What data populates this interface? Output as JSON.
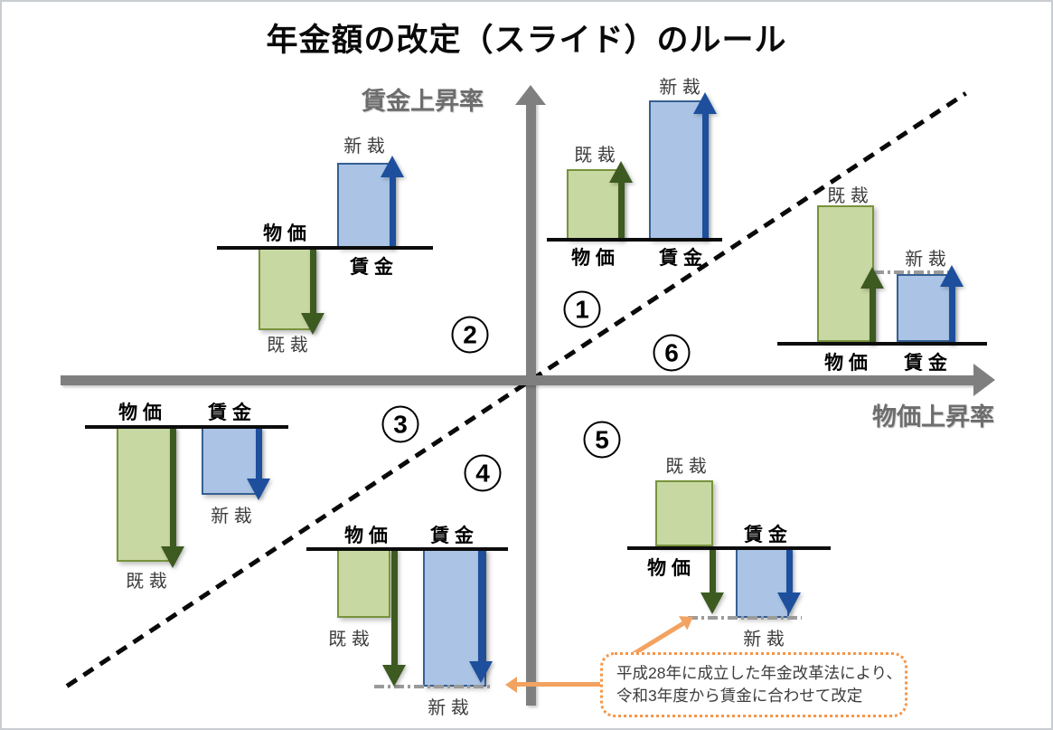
{
  "title": "年金額の改定（スライド）のルール",
  "axes": {
    "y_label": "賃金上昇率",
    "x_label": "物価上昇率"
  },
  "labels": {
    "kisai": "既 裁",
    "shinsai": "新 裁",
    "bukka": "物 価",
    "chingin": "賃 金"
  },
  "cases": [
    "1",
    "2",
    "3",
    "4",
    "5",
    "6"
  ],
  "annotation": {
    "line1": "平成28年に成立した年金改革法により、",
    "line2": "令和3年度から賃金に合わせて改定"
  },
  "colors": {
    "green_bar_fill": "#c8d8a2",
    "green_bar_border": "#77933c",
    "green_arrow": "#3d5a21",
    "blue_bar_fill": "#abc4e6",
    "blue_bar_border": "#366092",
    "blue_arrow": "#1d4f9d",
    "axis_gray": "#7f7f7f",
    "orange": "#f79646",
    "dashdot_gray": "#9b9b9b"
  },
  "chart_data": {
    "type": "diagram",
    "title": "年金額の改定（スライド）のルール",
    "x_axis_label": "物価上昇率",
    "y_axis_label": "賃金上昇率",
    "diagonal": "賃金上昇率 = 物価上昇率 (dashed line)",
    "cases": [
      {
        "num": "1",
        "price": "up",
        "wage": "up (wage > price)",
        "existing_revision": "up with price",
        "new_revision": "up with wage"
      },
      {
        "num": "2",
        "price": "down",
        "wage": "up",
        "existing_revision": "down with price",
        "new_revision": "up with wage"
      },
      {
        "num": "3",
        "price": "down (more than wage)",
        "wage": "down",
        "existing_revision": "down with price",
        "new_revision": "down with wage"
      },
      {
        "num": "4",
        "price": "down (less than wage)",
        "wage": "down (more)",
        "existing_revision": "down to wage level",
        "new_revision": "down with wage"
      },
      {
        "num": "5",
        "price": "up",
        "wage": "down",
        "existing_revision": "down to wage level",
        "new_revision": "down with wage"
      },
      {
        "num": "6",
        "price": "up (more than wage)",
        "wage": "up (less)",
        "existing_revision": "up only to wage level",
        "new_revision": "up with wage"
      }
    ],
    "annotation": "平成28年に成立した年金改革法により、令和3年度から賃金に合わせて改定"
  }
}
